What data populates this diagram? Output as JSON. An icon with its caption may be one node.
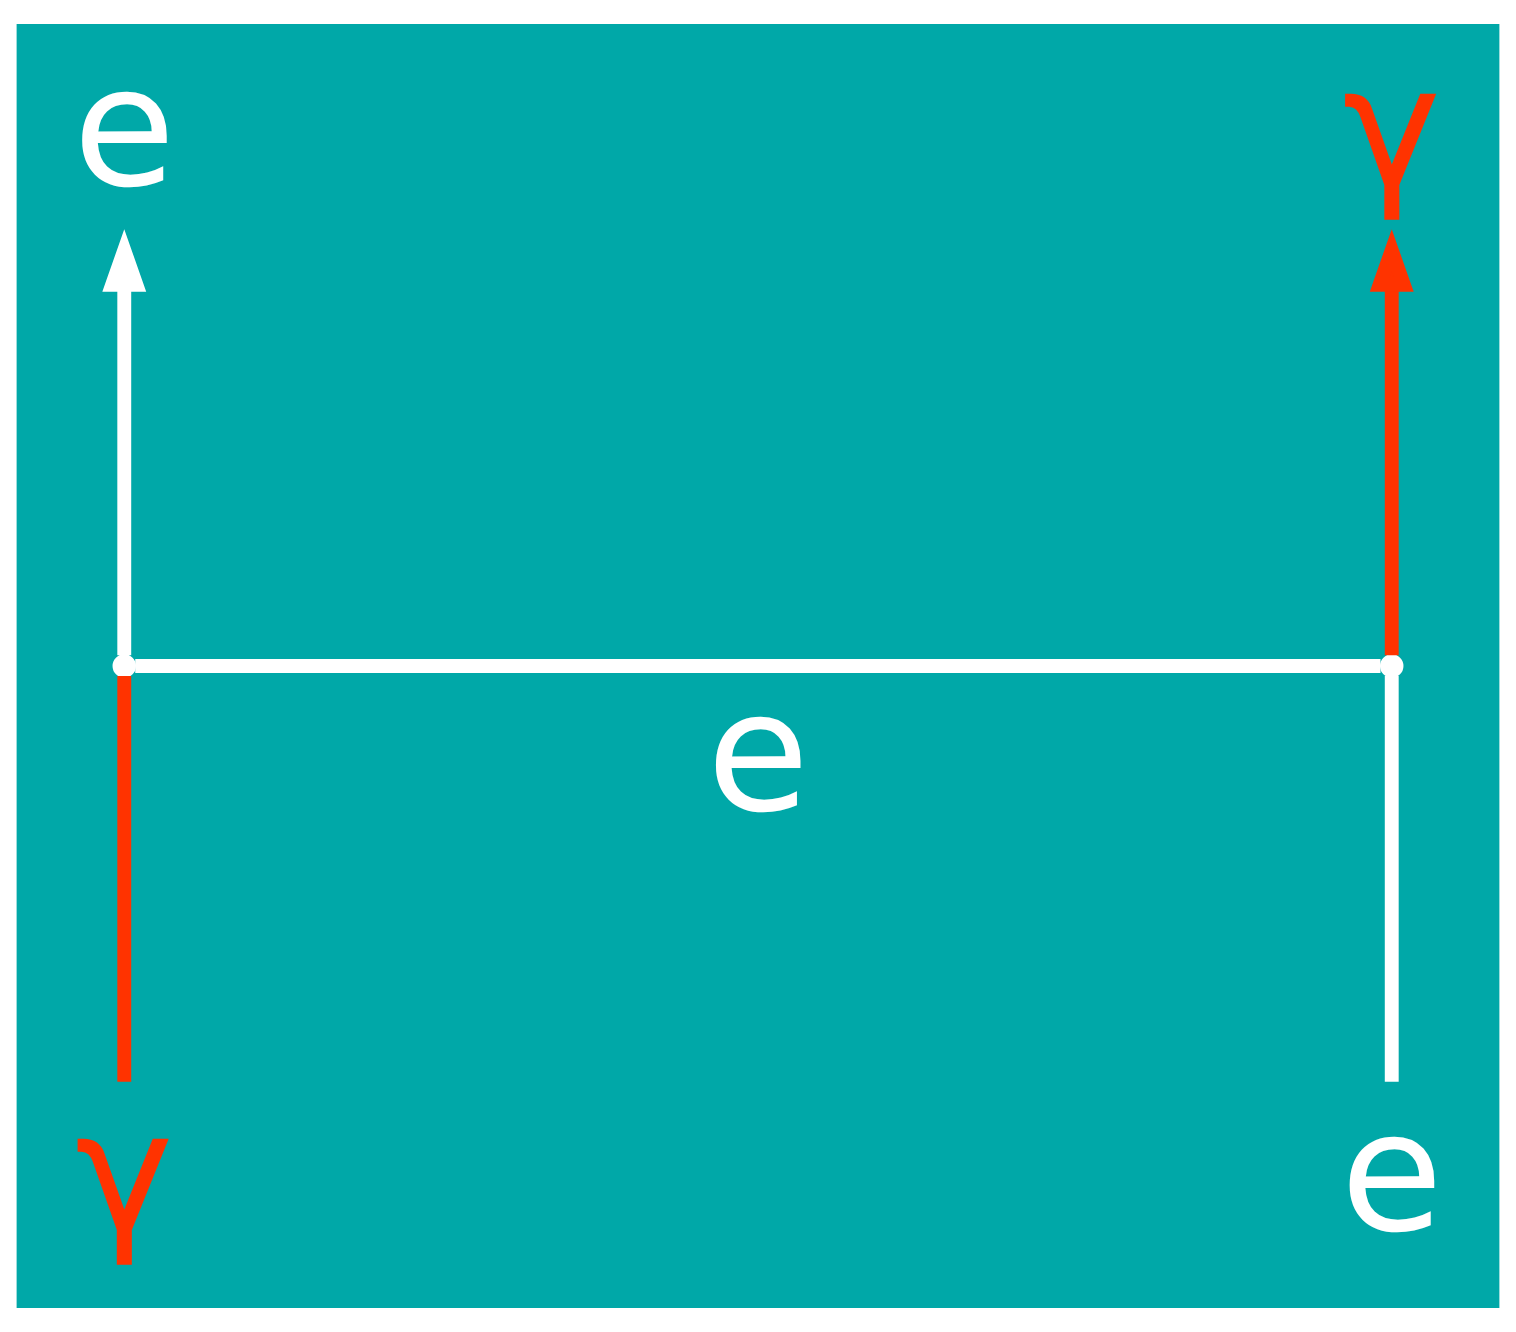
{
  "diagram": {
    "nodes": [
      {
        "text": [
          "e"
        ]
      },
      {
        "text": [
          "γ"
        ]
      },
      {
        "text": [],
        "shape": "point"
      },
      {
        "text": [],
        "shape": "point"
      },
      {
        "text": [
          "γ"
        ]
      },
      {
        "text": [
          "e"
        ]
      }
    ],
    "edges": [
      {
        "from": 2,
        "to": 0,
        "arrow": "to"
      },
      {
        "from": 3,
        "to": 1,
        "arrow": "to",
        "color": "#ff3300"
      },
      {
        "from": 2,
        "to": 3,
        "arrow": "none",
        "label": "e"
      },
      {
        "from": 4,
        "to": 2,
        "arrow": "none",
        "color": "#ff3300"
      },
      {
        "from": 5,
        "to": 3,
        "arrow": "none"
      }
    ]
  }
}
